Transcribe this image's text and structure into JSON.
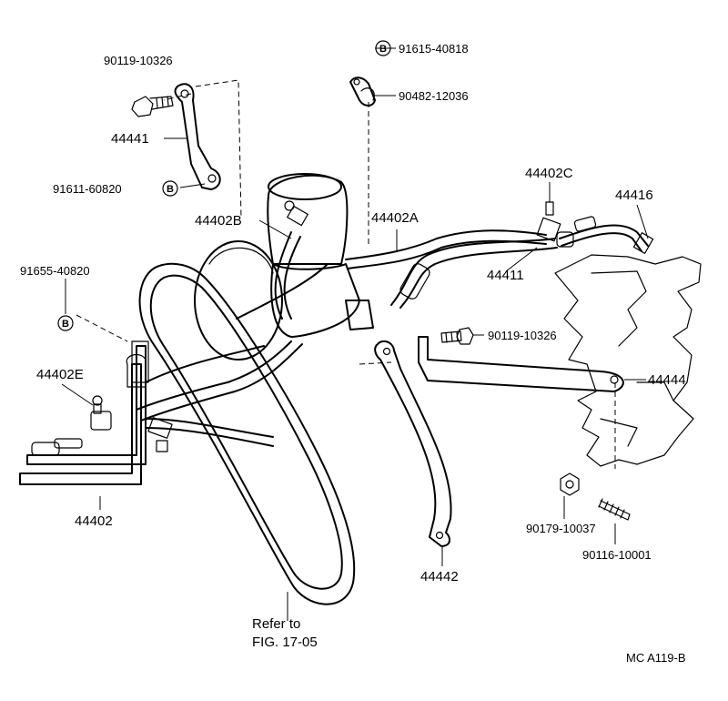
{
  "parts": {
    "p90119_top": "90119-10326",
    "p44441": "44441",
    "p91611": "91611-60820",
    "p91615": "91615-40818",
    "p90482": "90482-12036",
    "p44402B": "44402B",
    "p44402A": "44402A",
    "p44402C": "44402C",
    "p44416": "44416",
    "p44411": "44411",
    "p91655": "91655-40820",
    "p90119_mid": "90119-10326",
    "p44444": "44444",
    "p44402E": "44402E",
    "p44402": "44402",
    "p90179": "90179-10037",
    "p90116": "90116-10001",
    "p44442": "44442"
  },
  "b_marker": "B",
  "reference": {
    "line1": "Refer to",
    "line2": "FIG. 17-05"
  },
  "illustration_code": "MC  A119-B"
}
